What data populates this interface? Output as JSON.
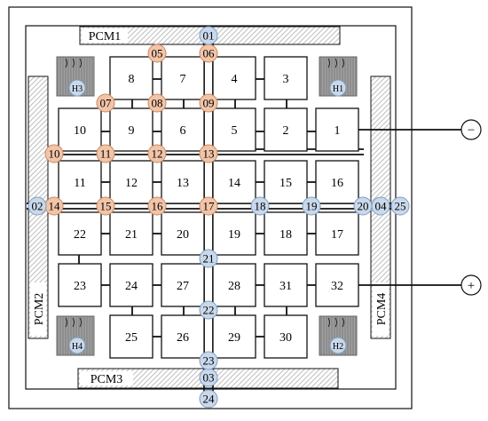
{
  "pcm_labels": {
    "top": "PCM1",
    "left": "PCM2",
    "bottom": "PCM3",
    "right": "PCM4"
  },
  "heaters": [
    "H1",
    "H2",
    "H3",
    "H4"
  ],
  "cells": [
    "1",
    "2",
    "3",
    "4",
    "5",
    "6",
    "7",
    "8",
    "9",
    "10",
    "11",
    "12",
    "13",
    "14",
    "15",
    "16",
    "17",
    "18",
    "19",
    "20",
    "21",
    "22",
    "23",
    "24",
    "25",
    "26",
    "27",
    "28",
    "29",
    "30",
    "31",
    "32"
  ],
  "terminals": {
    "negative": "−",
    "positive": "+"
  },
  "sensors_orange": [
    "05",
    "06",
    "07",
    "08",
    "09",
    "10",
    "11",
    "12",
    "13",
    "14",
    "15",
    "16",
    "17"
  ],
  "sensors_blue": [
    "01",
    "02",
    "03",
    "04",
    "18",
    "19",
    "20",
    "21",
    "22",
    "23",
    "24",
    "25"
  ],
  "colors": {
    "orange_fill": "#f2c4a8",
    "orange_stroke": "#c98a64",
    "blue_fill": "#c9d8ea",
    "blue_stroke": "#7f9ec2",
    "hatch": "#bdbdbd",
    "heater_fill": "#9a9a9a",
    "line": "#111111"
  }
}
